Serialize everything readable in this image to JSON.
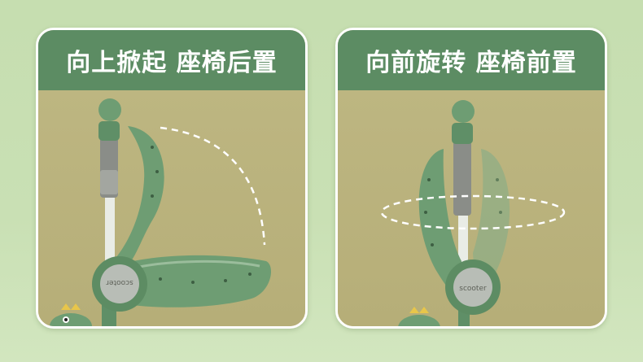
{
  "panels": [
    {
      "title": "向上掀起 座椅后置",
      "brand": "scooter"
    },
    {
      "title": "向前旋转 座椅前置",
      "brand": "scooter"
    }
  ],
  "colors": {
    "header": "#5c8c63",
    "scene": "#b9b07c",
    "seat_green": "#6e9d73",
    "border": "#ffffff"
  }
}
